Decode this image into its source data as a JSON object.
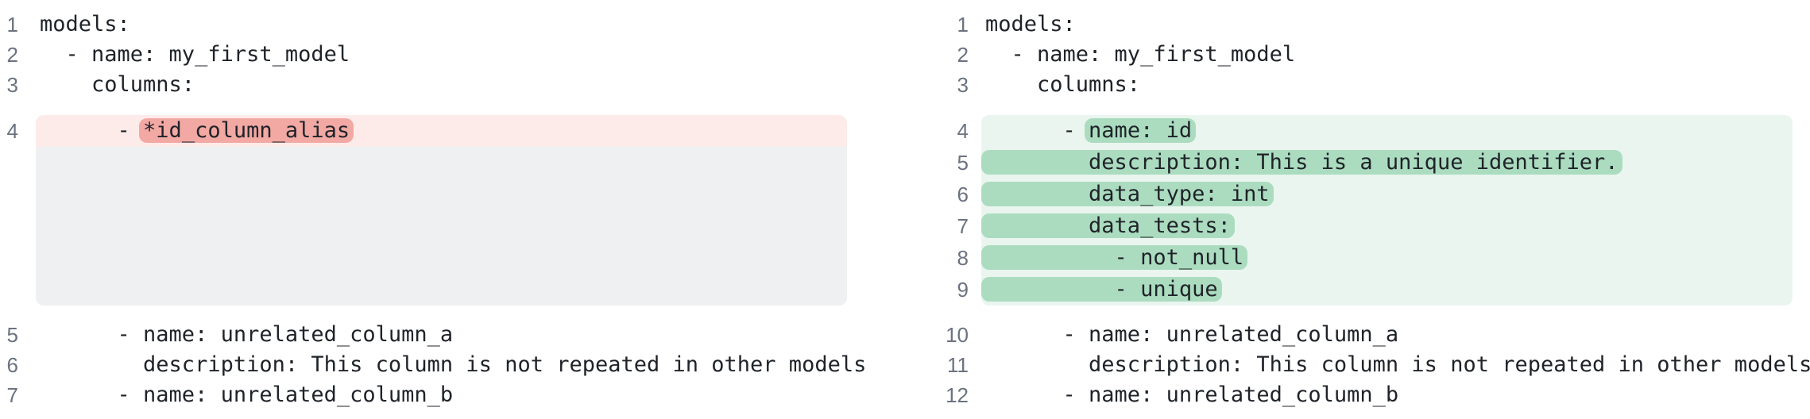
{
  "view": {
    "kind": "side-by-side-diff",
    "language": "yaml"
  },
  "colors": {
    "deletion_line_bg": "#fcebe9",
    "deletion_token_bg": "#f2a8a3",
    "addition_line_bg": "#eaf5ef",
    "addition_token_bg": "#abdcc0",
    "collapsed_spacer_bg": "#eef0f1",
    "line_number_color": "#6b7280",
    "code_text_color": "#1f2329"
  },
  "panes": {
    "left": {
      "name": "before",
      "lines": [
        {
          "num": "1",
          "type": "context",
          "segments": [
            {
              "text": "models:"
            }
          ]
        },
        {
          "num": "2",
          "type": "context",
          "segments": [
            {
              "text": "  - name: my_first_model"
            }
          ]
        },
        {
          "num": "3",
          "type": "context",
          "segments": [
            {
              "text": "    columns:"
            }
          ]
        },
        {
          "num": "4",
          "type": "del",
          "segments": [
            {
              "text": "      - "
            },
            {
              "text": "*id_column_alias",
              "mark": true
            }
          ]
        },
        {
          "type": "filler"
        },
        {
          "num": "5",
          "type": "context",
          "segments": [
            {
              "text": "      - name: unrelated_column_a"
            }
          ]
        },
        {
          "num": "6",
          "type": "context",
          "segments": [
            {
              "text": "        description: This column is not repeated in other models"
            }
          ]
        },
        {
          "num": "7",
          "type": "context",
          "segments": [
            {
              "text": "      - name: unrelated_column_b"
            }
          ]
        }
      ]
    },
    "right": {
      "name": "after",
      "lines": [
        {
          "num": "1",
          "type": "context",
          "segments": [
            {
              "text": "models:"
            }
          ]
        },
        {
          "num": "2",
          "type": "context",
          "segments": [
            {
              "text": "  - name: my_first_model"
            }
          ]
        },
        {
          "num": "3",
          "type": "context",
          "segments": [
            {
              "text": "    columns:"
            }
          ]
        },
        {
          "num": "4",
          "type": "add",
          "segments": [
            {
              "text": "      - "
            },
            {
              "text": "name: id",
              "mark": true
            }
          ]
        },
        {
          "num": "5",
          "type": "add",
          "segments": [
            {
              "text": "        description: This is a unique identifier.",
              "mark": true
            }
          ]
        },
        {
          "num": "6",
          "type": "add",
          "segments": [
            {
              "text": "        data_type: int",
              "mark": true
            }
          ]
        },
        {
          "num": "7",
          "type": "add",
          "segments": [
            {
              "text": "        data_tests:",
              "mark": true
            }
          ]
        },
        {
          "num": "8",
          "type": "add",
          "segments": [
            {
              "text": "          - not_null",
              "mark": true
            }
          ]
        },
        {
          "num": "9",
          "type": "add",
          "segments": [
            {
              "text": "          - unique",
              "mark": true
            }
          ]
        },
        {
          "num": "10",
          "type": "context",
          "segments": [
            {
              "text": "      - name: unrelated_column_a"
            }
          ]
        },
        {
          "num": "11",
          "type": "context",
          "segments": [
            {
              "text": "        description: This column is not repeated in other models"
            }
          ]
        },
        {
          "num": "12",
          "type": "context",
          "segments": [
            {
              "text": "      - name: unrelated_column_b"
            }
          ]
        }
      ]
    }
  }
}
